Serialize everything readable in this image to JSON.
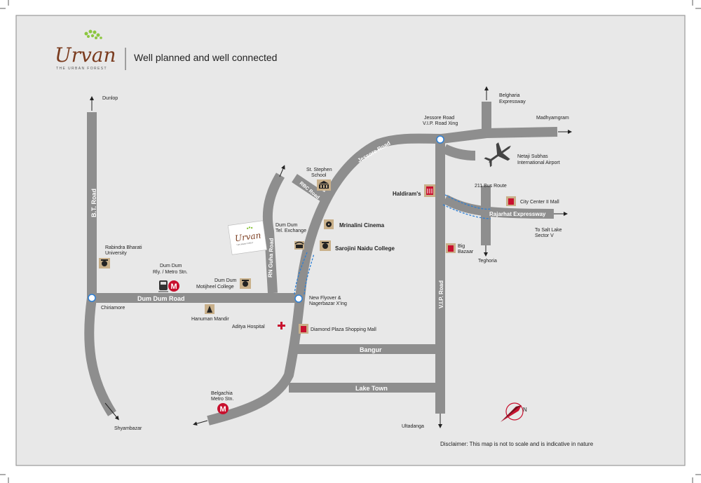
{
  "brand": {
    "logo_text": "Urvan",
    "logo_sub": "THE URBAN FOREST",
    "tagline": "Well planned and well connected"
  },
  "roads": {
    "bt_road": "B.T. Road",
    "dum_dum_road": "Dum Dum Road",
    "rn_guha_road": "RN Guha Road",
    "rbc_road": "RBC Road",
    "jessore_road": "Jessore Road",
    "vip_road": "V.I.P. Road",
    "rajarhat": "Rajarhat Expressway",
    "bangur": "Bangur",
    "lake_town": "Lake Town"
  },
  "destinations": {
    "dunlop": "Dunlop",
    "belgharia_1": "Belgharia",
    "belgharia_2": "Expressway",
    "madhyamgram": "Madhyamgram",
    "shyambazar": "Shyambazar",
    "ultadanga": "Ultadanga",
    "teghoria": "Teghoria",
    "salt_lake_1": "To Salt Lake",
    "salt_lake_2": "Sector V"
  },
  "landmarks": {
    "jessore_xing_1": "Jessore Road",
    "jessore_xing_2": "V.I.P. Road Xing",
    "airport_1": "Netaji Subhas",
    "airport_2": "International Airport",
    "bus_route": "211 Bus Route",
    "city_center": "City Center II Mall",
    "haldirams": "Haldiram's",
    "big_bazaar_1": "Big",
    "big_bazaar_2": "Bazaar",
    "st_stephen_1": "St. Stephen",
    "st_stephen_2": "School",
    "tel_exchange_1": "Dum Dum",
    "tel_exchange_2": "Tel. Exchange",
    "mrinalini": "Mrinalini Cinema",
    "sarojini": "Sarojini Naidu College",
    "rabindra_1": "Rabindra Bharati",
    "rabindra_2": "University",
    "metro_1": "Dum Dum",
    "metro_2": "Rly. / Metro Stn.",
    "motijheel_1": "Dum Dum",
    "motijheel_2": "Motijheel College",
    "chiriamore": "Chiriamore",
    "hanuman": "Hanuman Mandir",
    "aditya": "Aditya Hospital",
    "flyover_1": "New Flyover &",
    "flyover_2": "Nagerbazar X'ing",
    "diamond_plaza": "Diamond Plaza Shopping Mall",
    "belgachia_1": "Belgachia",
    "belgachia_2": "Metro Stn."
  },
  "compass": {
    "north": "N"
  },
  "disclaimer": "Disclaimer: This map is not to scale and is indicative in nature",
  "colors": {
    "road": "#8e8e8e",
    "background": "#e8e8e8",
    "accent": "#c8102e",
    "brand": "#7a3b1e",
    "leaf": "#8cc63f",
    "node": "#2b7fd6"
  }
}
